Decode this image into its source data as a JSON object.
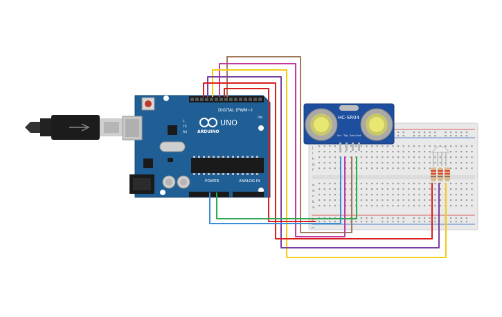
{
  "arduino": {
    "brand": "ARDUINO",
    "model": "UNO",
    "digital_header": "DIGITAL (PWM~)",
    "power_header": "POWER",
    "analog_header": "ANALOG IN",
    "on_label": "ON",
    "tx_label": "TX",
    "rx_label": "RX",
    "l_label": "L",
    "body_color": "#1f5f96",
    "icon": "infinity-logo-icon"
  },
  "sensor": {
    "model": "HC-SR04",
    "pins": [
      "Vcc",
      "Trig",
      "Echo",
      "Gnd"
    ],
    "board_color": "#1e4f9e"
  },
  "breadboard": {
    "row_letters_top": [
      "j",
      "i",
      "h",
      "g",
      "f"
    ],
    "row_letters_bottom": [
      "e",
      "d",
      "c",
      "b",
      "a"
    ],
    "rail_plus": "+",
    "rail_minus": "−",
    "body_color": "#e9e9e9"
  },
  "wires": {
    "colors": [
      "#a0785a",
      "#c33aa0",
      "#f2cc16",
      "#7a3fa0",
      "#d91e1e",
      "#2fa84f",
      "#3a8fd6"
    ]
  },
  "usb": {
    "icon": "usb-cable-icon"
  }
}
